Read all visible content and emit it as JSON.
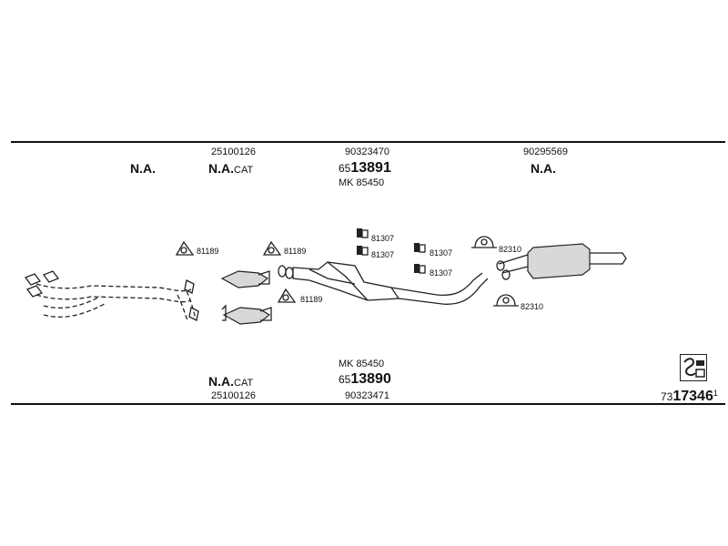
{
  "top": {
    "col1_code": "25100126",
    "col1_label": "N.A.",
    "col1_cat_label": "N.A.",
    "col1_cat_suffix": "CAT",
    "left_label": "N.A.",
    "col2_code": "90323470",
    "col2_prefix": "65",
    "col2_number": "13891",
    "col2_mk": "MK  85450",
    "col3_code": "90295569",
    "col3_label": "N.A."
  },
  "bottom": {
    "mk": "MK  85450",
    "prefix": "65",
    "number": "13890",
    "code": "90323471",
    "cat_label": "N.A.",
    "cat_suffix": "CAT",
    "cat_code": "25100126"
  },
  "parts": {
    "gasket_a1": "81189",
    "gasket_a2": "81189",
    "gasket_a3": "81189",
    "clamp_b1": "81307",
    "clamp_b2": "81307",
    "clamp_b3": "81307",
    "clamp_b4": "81307",
    "clamp_c1": "82310",
    "clamp_c2": "82310"
  },
  "footer": {
    "ref_prefix": "73",
    "ref_number": "17346",
    "ref_suffix": "1"
  },
  "icons": {
    "logo": "exhaust-logo-icon"
  }
}
